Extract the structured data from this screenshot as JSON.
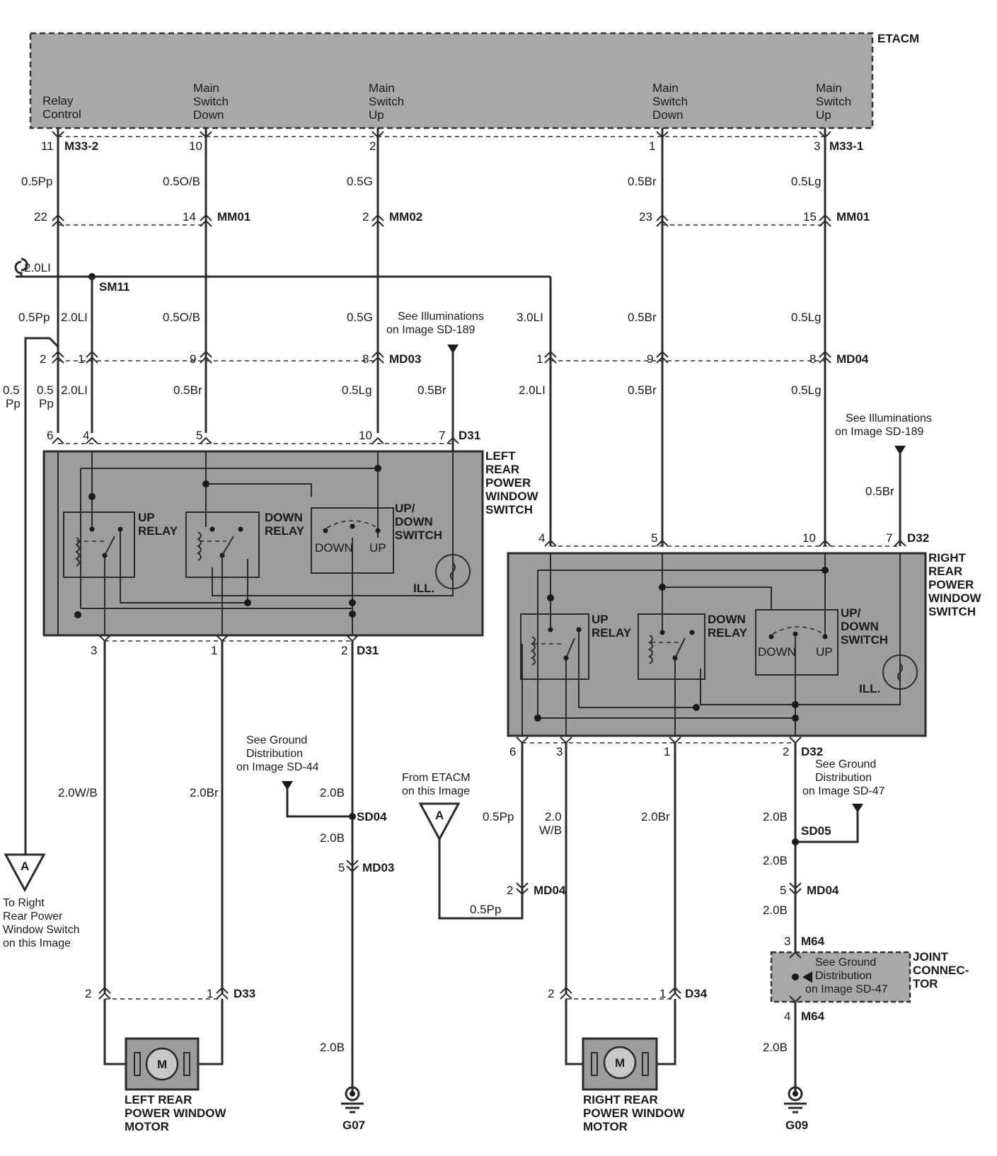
{
  "etacm": {
    "title": "ETACM",
    "relay_control": [
      "Relay",
      "Control"
    ],
    "main_switch_down": [
      "Main",
      "Switch",
      "Down"
    ],
    "main_switch_up": [
      "Main",
      "Switch",
      "Up"
    ],
    "main_switch_down_r": [
      "Main",
      "Switch",
      "Down"
    ],
    "main_switch_up_r": [
      "Main",
      "Switch",
      "Up"
    ]
  },
  "pins_top": {
    "p11": "11",
    "p10": "10",
    "p2": "2",
    "p1": "1",
    "p3": "3",
    "m33_2": "M33-2",
    "m33_1": "M33-1"
  },
  "wires_top": {
    "w1": "0.5Pp",
    "w2": "0.5O/B",
    "w3": "0.5G",
    "w4": "0.5Br",
    "w5": "0.5Lg"
  },
  "mm_row": {
    "p22": "22",
    "p14": "14",
    "mm01a": "MM01",
    "p2": "2",
    "mm02": "MM02",
    "p23": "23",
    "p15": "15",
    "mm01b": "MM01"
  },
  "bus": {
    "label": "2.0LI",
    "splice": "SM11"
  },
  "mid_wires": {
    "w1": "0.5Pp",
    "w2": "2.0LI",
    "w3": "0.5O/B",
    "w4": "0.5G",
    "w5": "3.0LI",
    "w6": "0.5Br",
    "w7": "0.5Lg"
  },
  "ill_note_left": [
    "See Illuminations",
    "on Image SD-189"
  ],
  "ill_note_right": [
    "See Illuminations",
    "on Image SD-189"
  ],
  "md03_row": {
    "p2": "2",
    "p1": "1",
    "p9": "9",
    "p8": "8",
    "md03": "MD03"
  },
  "md04_row": {
    "p1": "1",
    "p9": "9",
    "p8": "8",
    "md04": "MD04"
  },
  "lower_wires_left": {
    "w_a": "0.5",
    "w_a2": "Pp",
    "w_b": "0.5",
    "w_b2": "Pp",
    "w_c": "2.0LI",
    "w_d": "0.5Br",
    "w_e": "0.5Lg",
    "w_f": "0.5Br"
  },
  "lower_wires_right": {
    "w_a": "2.0LI",
    "w_b": "0.5Br",
    "w_c": "0.5Lg",
    "w_d": "0.5Br"
  },
  "d31_pins": {
    "p6": "6",
    "p4": "4",
    "p5": "5",
    "p10": "10",
    "p7": "7",
    "d31": "D31"
  },
  "left_switch": {
    "title": [
      "LEFT",
      "REAR",
      "POWER",
      "WINDOW",
      "SWITCH"
    ],
    "up_relay": [
      "UP",
      "RELAY"
    ],
    "down_relay": [
      "DOWN",
      "RELAY"
    ],
    "updown": [
      "UP/",
      "DOWN",
      "SWITCH"
    ],
    "down": "DOWN",
    "up": "UP",
    "ill": "ILL."
  },
  "d31_bottom": {
    "p3": "3",
    "p1": "1",
    "p2": "2",
    "d31": "D31"
  },
  "d32_pins": {
    "p4": "4",
    "p5": "5",
    "p10": "10",
    "p7": "7",
    "d32": "D32"
  },
  "right_switch": {
    "title": [
      "RIGHT",
      "REAR",
      "POWER",
      "WINDOW",
      "SWITCH"
    ],
    "up_relay": [
      "UP",
      "RELAY"
    ],
    "down_relay": [
      "DOWN",
      "RELAY"
    ],
    "updown": [
      "UP/",
      "DOWN",
      "SWITCH"
    ],
    "down": "DOWN",
    "up": "UP",
    "ill": "ILL."
  },
  "d32_bottom": {
    "p6": "6",
    "p3": "3",
    "p1": "1",
    "p2": "2",
    "d32": "D32"
  },
  "left_lower": {
    "w_wb": "2.0W/B",
    "w_br": "2.0Br",
    "gnd_note": [
      "See Ground",
      "Distribution",
      "on Image SD-44"
    ],
    "w_b1": "2.0B",
    "sd04": "SD04",
    "w_b2": "2.0B",
    "md03_pin": "5",
    "md03": "MD03",
    "w_b3": "2.0B",
    "g07": "G07",
    "conn_a": "A",
    "to_right": [
      "To Right",
      "Rear Power",
      "Window Switch",
      "on this Image"
    ],
    "d33_p2": "2",
    "d33_p1": "1",
    "d33": "D33",
    "motor_m": "M",
    "motor_label": [
      "LEFT REAR",
      "POWER WINDOW",
      "MOTOR"
    ]
  },
  "right_lower": {
    "from_etacm": [
      "From ETACM",
      "on this Image"
    ],
    "conn_a": "A",
    "w_pp": "0.5Pp",
    "w_wb": [
      "2.0",
      "W/B"
    ],
    "w_br": "2.0Br",
    "md04_pin": "2",
    "md04": "MD04",
    "w_pp2": "0.5Pp",
    "d34_p2": "2",
    "d34_p1": "1",
    "d34": "D34",
    "motor_m": "M",
    "motor_label": [
      "RIGHT REAR",
      "POWER WINDOW",
      "MOTOR"
    ],
    "gnd_note": [
      "See Ground",
      "Distribution",
      "on Image SD-47"
    ],
    "w_b1": "2.0B",
    "sd05": "SD05",
    "w_b2": "2.0B",
    "md04b_pin": "5",
    "md04b": "MD04",
    "w_b3": "2.0B",
    "m64_top_pin": "3",
    "m64_top": "M64",
    "joint_note": [
      "See Ground",
      "Distribution",
      "on Image SD-47"
    ],
    "joint_label": [
      "JOINT",
      "CONNEC-",
      "TOR"
    ],
    "m64_bot_pin": "4",
    "m64_bot": "M64",
    "w_b4": "2.0B",
    "g09": "G09"
  }
}
